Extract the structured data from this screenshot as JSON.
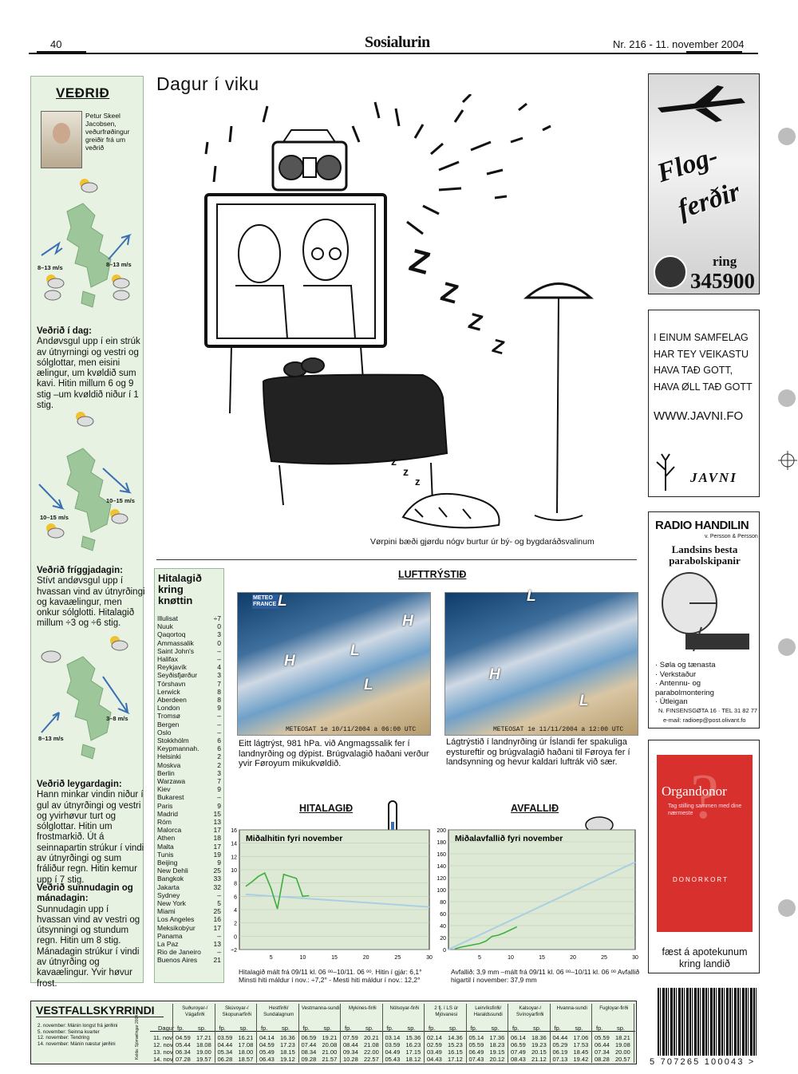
{
  "header": {
    "page": "40",
    "logo": "Sosialurin",
    "issue": "Nr. 216 - 11. november 2004"
  },
  "weather": {
    "title": "VEÐRIÐ",
    "byline": "Petur Skeel Jacobsen, veðurfrøðingur greiðir frá um veðrið",
    "wind1a": "8–13 m/s",
    "wind1b": "8–13 m/s",
    "wind2a": "10–15 m/s",
    "wind2b": "10–15 m/s",
    "wind3a": "3–8 m/s",
    "wind3b": "8–13 m/s",
    "today_head": "Veðrið í dag:",
    "today": "Andøvsgul upp í ein strúk av útnyrningi og vestri og sólglottar, men eisini ælingur, um kvøldið sum kavi. Hitin millum 6 og 9 stig –um kvøldið niður í 1 stig.",
    "friday_head": "Veðrið fríggjadagin:",
    "friday": "Stívt andøvsgul upp í hvassan vind av útnyrðingi og kavaælingur, men onkur sólglotti. Hitalagið millum ÷3 og ÷6 stig.",
    "saturday_head": "Veðrið leygardagin:",
    "saturday": "Hann minkar vindin niður í gul av útnyrðingi og vestri og yvirhøvur turt og sólglottar. Hitin um frostmarkið. Út á seinnapartin strúkur í vindi av útnyrðingi og sum fráliður regn. Hitin kemur upp í 7 stig.",
    "sunday_head": "Veðrið sunnudagin og mánadagin:",
    "sunday": "Sunnudagin upp í hvassan vind av vestri og útsynningi og stundum regn. Hitin um 8 stig. Mánadagin strúkur í vindi av útnyrðing og kavaælingur. Yvir høvur frost."
  },
  "cartoon": {
    "title": "Dagur í viku",
    "caption": "Vørpini bæði gjørdu nógv burtur úr bý- og bygdaráðsvalinum"
  },
  "temps": {
    "title": "Hitalagið kring knøttin",
    "rows": [
      [
        "Illulisat",
        "÷7"
      ],
      [
        "Nuuk",
        "0"
      ],
      [
        "Qaqortoq",
        "3"
      ],
      [
        "Ammassalik",
        "0"
      ],
      [
        "Saint John's",
        "–"
      ],
      [
        "Halifax",
        "–"
      ],
      [
        "Reykjavík",
        "4"
      ],
      [
        "Seyðisfjørður",
        "3"
      ],
      [
        "Tórshavn",
        "7"
      ],
      [
        "Lerwick",
        "8"
      ],
      [
        "Aberdeen",
        "8"
      ],
      [
        "London",
        "9"
      ],
      [
        "Tromsø",
        "–"
      ],
      [
        "Bergen",
        "–"
      ],
      [
        "Oslo",
        "–"
      ],
      [
        "Stokkhólm",
        "6"
      ],
      [
        "Keypmannah.",
        "6"
      ],
      [
        "Helsinki",
        "2"
      ],
      [
        "Moskva",
        "2"
      ],
      [
        "Berlin",
        "3"
      ],
      [
        "Warzawa",
        "7"
      ],
      [
        "Kiev",
        "9"
      ],
      [
        "Bukarest",
        "–"
      ],
      [
        "Paris",
        "9"
      ],
      [
        "Madrid",
        "15"
      ],
      [
        "Róm",
        "13"
      ],
      [
        "Malorca",
        "17"
      ],
      [
        "Athen",
        "18"
      ],
      [
        "Malta",
        "17"
      ],
      [
        "Tunis",
        "19"
      ],
      [
        "Beijing",
        "9"
      ],
      [
        "New Dehli",
        "25"
      ],
      [
        "Bangkok",
        "33"
      ],
      [
        "Jakarta",
        "32"
      ],
      [
        "Sydney",
        "–"
      ],
      [
        "New York",
        "5"
      ],
      [
        "Miami",
        "25"
      ],
      [
        "Los Angeles",
        "16"
      ],
      [
        "Meksikobýur",
        "17"
      ],
      [
        "Panama",
        "–"
      ],
      [
        "La Paz",
        "13"
      ],
      [
        "Rio de Janeiro",
        "–"
      ],
      [
        "Buenos Aires",
        "21"
      ]
    ]
  },
  "pressure": {
    "title": "LUFTTRÝSTIÐ",
    "left_text": "Eitt lágtrýst, 981 hPa. við Angmagssalik fer í landnyrðing og dýpist. Brúgvalagið haðani verður yvir Føroyum mikukvøldið.",
    "right_text": "Lágtrýstið í landnyrðing úr Íslandi fer spakuliga eystureftir  og brúgvalagið haðani til Føroya fer í landsynning og hevur kaldari luftrák við sær.",
    "stamp_left": "METEOSAT 1e 10/11/2004 a 06:00 UTC",
    "stamp_right": "METEOSAT 1e 11/11/2004 a 12:00 UTC",
    "logo": "METEO FRANCE",
    "markers_left": [
      "L",
      "H",
      "H",
      "L",
      "L"
    ],
    "markers_right": [
      "L",
      "H",
      "L"
    ]
  },
  "chart_data": [
    {
      "type": "line",
      "title": "HITALAGIÐ",
      "subtitle": "Miðalhitin fyri november",
      "ylim": [
        -2,
        16
      ],
      "xlim": [
        0,
        30
      ],
      "yticks": [
        "÷2",
        "0",
        "2",
        "4",
        "6",
        "8",
        "10",
        "12",
        "14",
        "16"
      ],
      "xticks": [
        "5",
        "10",
        "15",
        "20",
        "25",
        "30"
      ],
      "series": [
        {
          "x": [
            1,
            2,
            3,
            4,
            5,
            6,
            7,
            8,
            9,
            10,
            11
          ],
          "values": [
            7.5,
            8.2,
            9.0,
            9.5,
            7.2,
            4.1,
            9.3,
            9.0,
            8.7,
            6.0,
            6.1
          ],
          "color": "#3fae3f"
        },
        {
          "x": [
            1,
            30
          ],
          "values": [
            6.3,
            4.4
          ],
          "color": "#a9cfe4"
        }
      ],
      "note": "Hitalagið mált frá 09/11 kl. 06 ᵒᵒ–10/11. 06 ᵒᵒ. Hitin í gjár: 6,1° Minsti hiti máldur í nov.: ÷7,2° - Mesti hiti máldur í nov.: 12,2°"
    },
    {
      "type": "line",
      "title": "AVFALLIÐ",
      "subtitle": "Miðalavfallið fyri november",
      "ylim": [
        0,
        200
      ],
      "xlim": [
        0,
        30
      ],
      "yticks": [
        "0",
        "20",
        "40",
        "60",
        "80",
        "100",
        "120",
        "140",
        "160",
        "180",
        "200"
      ],
      "xticks": [
        "5",
        "10",
        "15",
        "20",
        "25",
        "30"
      ],
      "series": [
        {
          "x": [
            1,
            2,
            3,
            4,
            5,
            6,
            7,
            8,
            9,
            10,
            11
          ],
          "values": [
            1,
            4,
            6,
            8,
            10,
            14,
            22,
            24,
            28,
            33,
            37.9
          ],
          "color": "#3fae3f"
        },
        {
          "x": [
            0,
            30
          ],
          "values": [
            0,
            146
          ],
          "color": "#a9cfe4"
        }
      ],
      "note": "Avfallið: 3,9 mm –mált frá 09/11 kl. 06 ᵒᵒ–10/11 kl. 06 ᵒᵒ Avfallið higartil í november: 37,9 mm"
    }
  ],
  "ads": {
    "flog1": "Flog-",
    "flog2": "ferðir",
    "ring": "ring",
    "phone": "345900",
    "javni_lines": [
      "I EINUM SAMFELAG",
      "HAR TEY VEIKASTU",
      "HAVA TAÐ GOTT,",
      "HAVA ØLL TAÐ GOTT"
    ],
    "javni_url": "WWW.JAVNI.FO",
    "javni_logo": "JAVNI",
    "radio_name": "RADIO HANDILIN",
    "radio_sub": "v. Persson & Persson",
    "radio_head": "Landsins besta parabolskipanir",
    "radio_items": [
      "· Søla og tænasta",
      "· Verkstaður",
      "· Antennu- og parabolmontering",
      "· Útleigan"
    ],
    "radio_addr": "N. FINSENSGØTA 16 · TEL 31 82 77",
    "radio_mail": "e-mail: radioep@post.olivant.fo",
    "organ_title": "Organdonor",
    "organ_sub": "Tag stilling sammen med dine nærmeste",
    "organ_card": "DONORKORT",
    "organ_caption": "fæst á apotekunum kring landið"
  },
  "tide": {
    "title": "VESTFALLSKYRRINDI",
    "legend": [
      "2. november: Mánin longst frá jørðini",
      "5. november: Seinna kvarter",
      "12. november: Tendring",
      "14. november: Mánin næstur jørðini"
    ],
    "source": "Kelda: Sjómælingar 2004",
    "day_label": "Dagur",
    "places": [
      "Suðuroyar-/ Vágafirði",
      "Skúvoyar-/ Skopunarfirði",
      "Hestfirði/ Sundalagnum",
      "Vestmanna-sundi",
      "Mykines-firði",
      "Nólsoyar-firði",
      "2 fj. í LS úr Mjóvanesi",
      "Leirvíksfirði/ Haraldssundi",
      "Kalsoyar-/ Svínoyarfirði",
      "Hvanna-sundi",
      "Fugloyar-firði"
    ],
    "sub": [
      "fp.",
      "sp."
    ],
    "days": [
      "11. nov",
      "12. nov",
      "13. nov",
      "14. nov"
    ],
    "rows": [
      [
        "04.59",
        "17.21",
        "03.59",
        "16.21",
        "04.14",
        "16.36",
        "06.59",
        "19.21",
        "07.59",
        "20.21",
        "03.14",
        "15.36",
        "02.14",
        "14.36",
        "05.14",
        "17.36",
        "06.14",
        "18.36",
        "04.44",
        "17.06",
        "05.59",
        "18.21"
      ],
      [
        "05.44",
        "18.08",
        "04.44",
        "17.08",
        "04.59",
        "17.23",
        "07.44",
        "20.08",
        "08.44",
        "21.08",
        "03.59",
        "16.23",
        "02.59",
        "15.23",
        "05.59",
        "18.23",
        "06.59",
        "19.23",
        "05.29",
        "17.53",
        "06.44",
        "19.08"
      ],
      [
        "06.34",
        "19.00",
        "05.34",
        "18.00",
        "05.49",
        "18.15",
        "08.34",
        "21.00",
        "09.34",
        "22.00",
        "04.49",
        "17.15",
        "03.49",
        "16.15",
        "06.49",
        "19.15",
        "07.49",
        "20.15",
        "06.19",
        "18.45",
        "07.34",
        "20.00"
      ],
      [
        "07.28",
        "19.57",
        "06.28",
        "18.57",
        "06.43",
        "19.12",
        "09.28",
        "21.57",
        "10.28",
        "22.57",
        "05.43",
        "18.12",
        "04.43",
        "17.12",
        "07.43",
        "20.12",
        "08.43",
        "21.12",
        "07.13",
        "19.42",
        "08.28",
        "20.57"
      ]
    ]
  },
  "barcode": "5 707265 100043 >"
}
